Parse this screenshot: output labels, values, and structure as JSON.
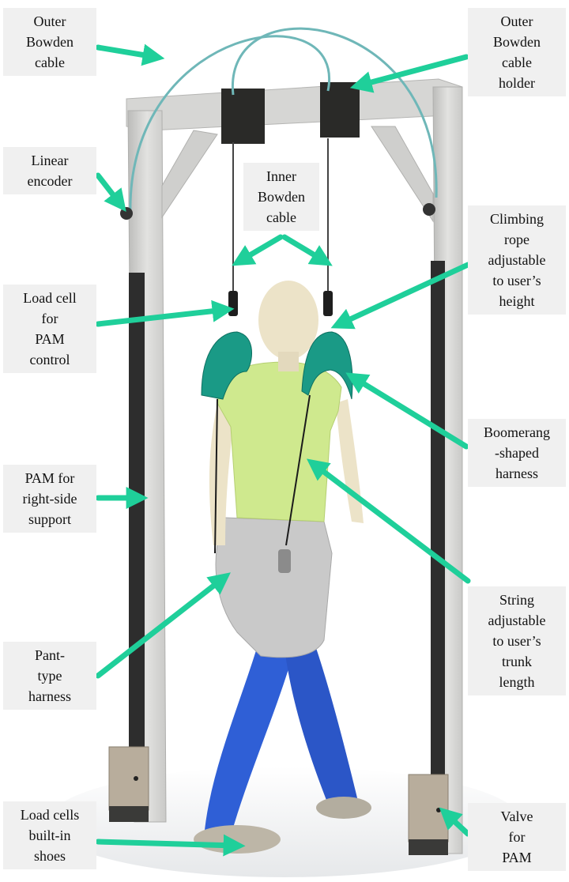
{
  "labels": {
    "outer_bowden_cable": [
      "Outer",
      "Bowden",
      "cable"
    ],
    "outer_bowden_cable_holder": [
      "Outer",
      "Bowden",
      "cable",
      "holder"
    ],
    "linear_encoder": [
      "Linear",
      "encoder"
    ],
    "inner_bowden_cable": [
      "Inner",
      "Bowden",
      "cable"
    ],
    "climbing_rope": [
      "Climbing",
      "rope",
      "adjustable",
      "to user’s",
      "height"
    ],
    "load_cell_pam": [
      "Load cell",
      "for",
      "PAM",
      "control"
    ],
    "boomerang_harness": [
      "Boomerang",
      "-shaped",
      "harness"
    ],
    "pam_right_support": [
      "PAM for",
      "right-side",
      "support"
    ],
    "string_adjustable": [
      "String",
      "adjustable",
      "to user’s",
      "trunk",
      "length"
    ],
    "pant_type_harness": [
      "Pant-",
      "type",
      "harness"
    ],
    "load_cells_shoes": [
      "Load cells",
      "built-in",
      "shoes"
    ],
    "valve_for_pam": [
      "Valve",
      "for",
      "PAM"
    ]
  },
  "colors": {
    "arrow": "#1fcf9a",
    "label_bg": "#f0f0f0",
    "frame": "#d9d9d7",
    "harness": "#1a9a86",
    "shirt": "#cfe98e",
    "pants": "#2f5fd6",
    "shorts": "#c9c9c9",
    "skin": "#ece3c8",
    "pam": "#2d2d2d"
  }
}
